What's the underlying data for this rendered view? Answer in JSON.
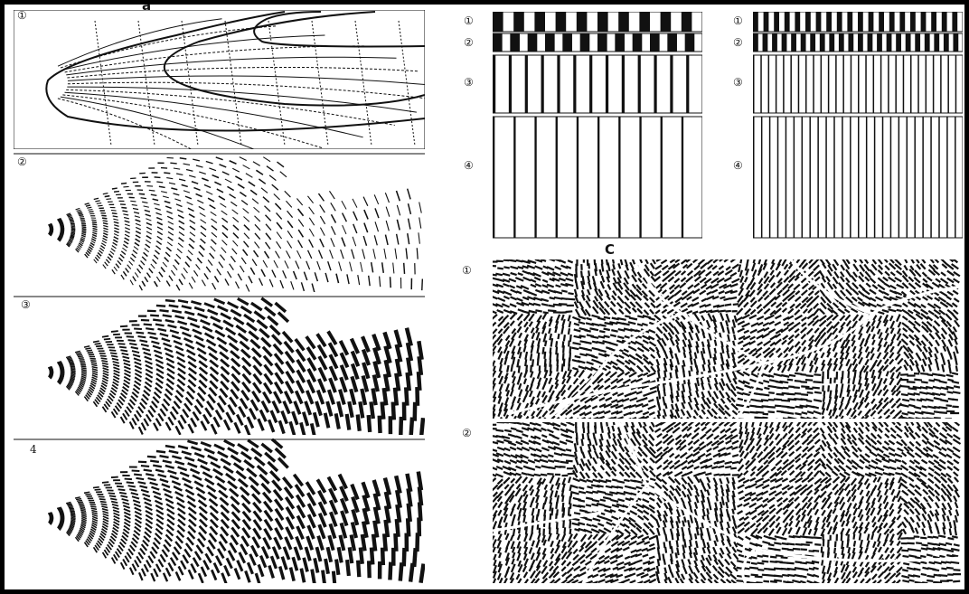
{
  "figure": {
    "panel_a": {
      "letter": "a",
      "subpanels": [
        {
          "label": "①",
          "kind": "flowlines"
        },
        {
          "label": "②",
          "kind": "dashes"
        },
        {
          "label": "③",
          "kind": "dashes"
        },
        {
          "label": "4",
          "kind": "dashes"
        }
      ]
    },
    "panel_b": {
      "letter": "",
      "columns": [
        {
          "rows": [
            {
              "label": "①"
            },
            {
              "label": "②"
            },
            {
              "label": "③"
            },
            {
              "label": "④"
            }
          ]
        },
        {
          "rows": [
            {
              "label": "①"
            },
            {
              "label": "②"
            },
            {
              "label": "③"
            },
            {
              "label": "④"
            }
          ]
        }
      ]
    },
    "panel_c": {
      "letter": "C",
      "subpanels": [
        {
          "label": "①"
        },
        {
          "label": "②"
        }
      ]
    }
  },
  "colors": {
    "ink": "#111111",
    "paper": "#ffffff",
    "frame": "#000000"
  }
}
